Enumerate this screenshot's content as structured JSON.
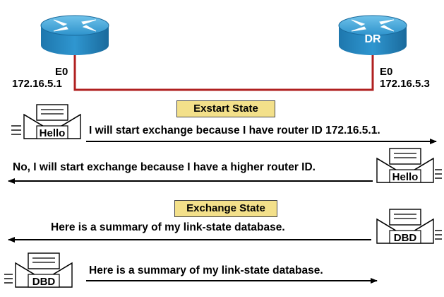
{
  "routers": {
    "left": {
      "interface": "E0",
      "ip": "172.16.5.1",
      "badge": ""
    },
    "right": {
      "interface": "E0",
      "ip": "172.16.5.3",
      "badge": "DR"
    }
  },
  "states": {
    "exstart": "Exstart State",
    "exchange": "Exchange State"
  },
  "messages": [
    {
      "text": "I will start exchange because I have router ID 172.16.5.1.",
      "direction": "right",
      "packet": "Hello"
    },
    {
      "text": "No, I will start exchange because I have a higher router ID.",
      "direction": "left",
      "packet": "Hello"
    },
    {
      "text": "Here is a summary of my link-state database.",
      "direction": "left",
      "packet": "DBD"
    },
    {
      "text": "Here is a summary of my link-state database.",
      "direction": "right",
      "packet": "DBD"
    }
  ],
  "colors": {
    "router": "#1f86c0",
    "link": "#b02020",
    "state_box": "#f3e08a"
  }
}
